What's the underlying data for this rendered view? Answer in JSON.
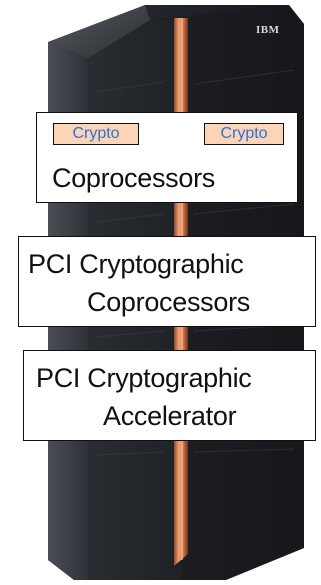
{
  "image": {
    "brand_logo_text": "IBM"
  },
  "labels": {
    "crypto_left": "Crypto",
    "crypto_right": "Crypto",
    "coprocessors": "Coprocessors",
    "pci_cryptographic_1": "PCI Cryptographic",
    "pci_coprocessors": "Coprocessors",
    "pci_cryptographic_2": "PCI Cryptographic",
    "pci_accelerator": "Accelerator"
  },
  "colors": {
    "server_body": "#1d2026",
    "server_highlight": "#3d4048",
    "copper_strip": "#c97245",
    "tag_fill": "#fcd4b8",
    "tag_text": "#2c72d0",
    "label_border": "#111111"
  }
}
